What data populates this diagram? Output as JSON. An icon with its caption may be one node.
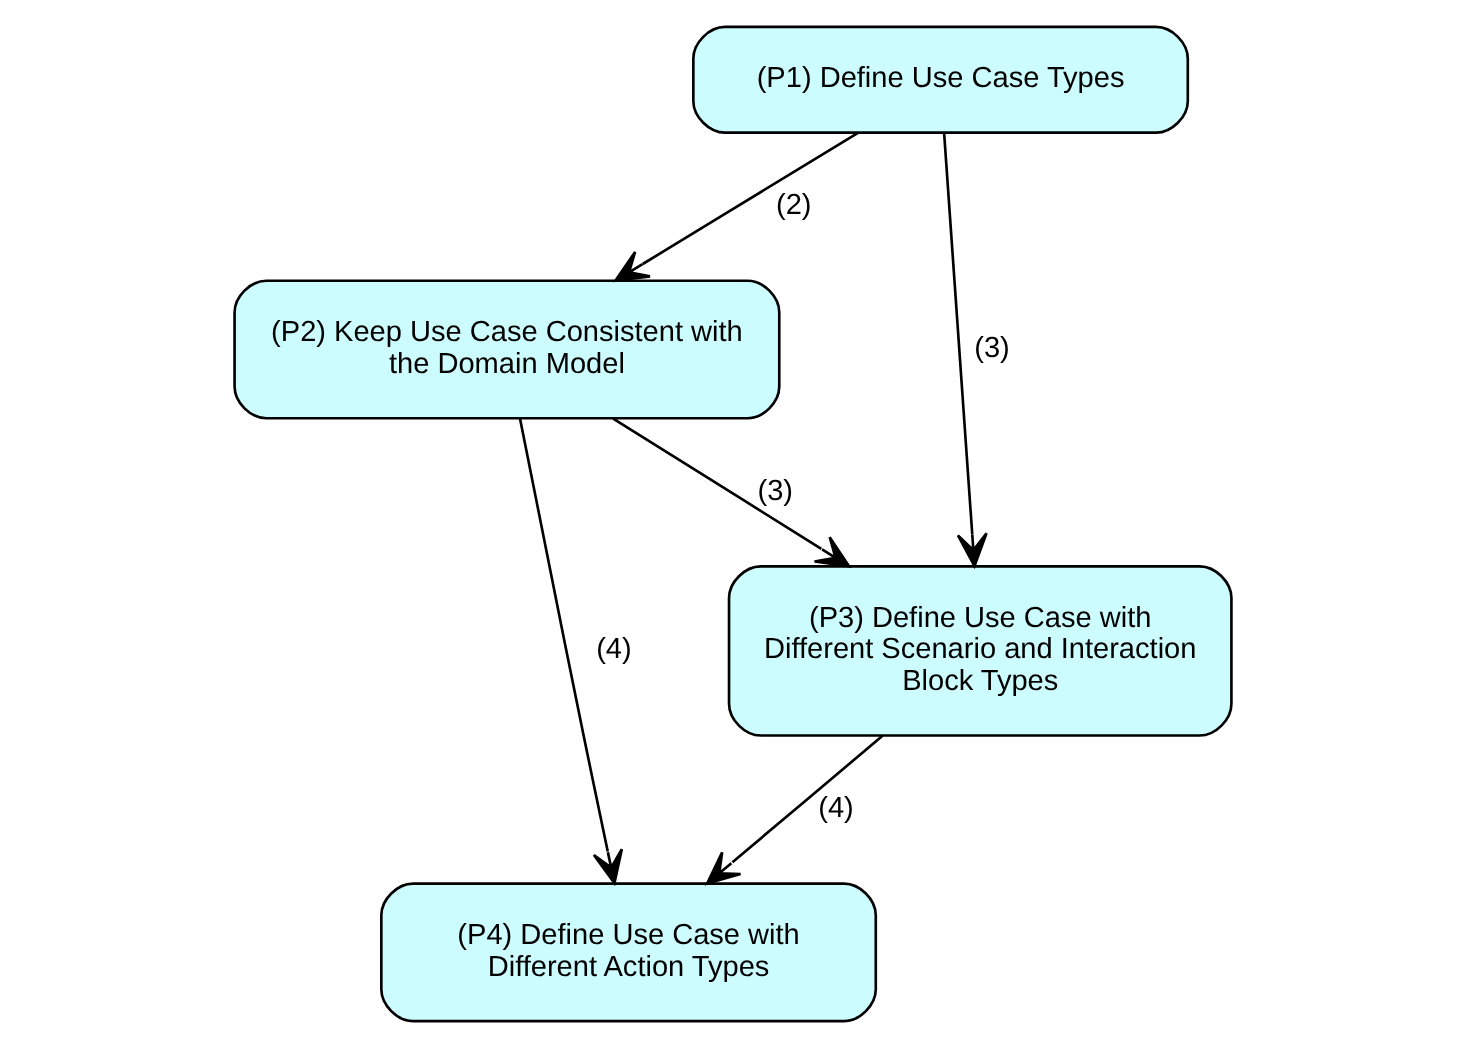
{
  "diagram": {
    "nodes": [
      {
        "text": [
          "(P1) Define Use Case Types"
        ]
      },
      {
        "text": [
          "(P2) Keep Use Case Consistent with the Domain Model"
        ]
      },
      {
        "text": [
          "(P3) Define Use Case with Different Scenario and Interaction Block Types"
        ]
      },
      {
        "text": [
          "(P4) Define Use Case with Different Action Types"
        ]
      }
    ],
    "edges": [
      {
        "from": 0,
        "to": 1,
        "arrow": "to",
        "label": "(2)"
      },
      {
        "from": 0,
        "to": 2,
        "arrow": "to",
        "label": "(3)"
      },
      {
        "from": 1,
        "to": 2,
        "arrow": "to",
        "label": "(3)"
      },
      {
        "from": 2,
        "to": 3,
        "arrow": "to",
        "label": "(4)"
      },
      {
        "from": 1,
        "to": 3,
        "arrow": "to",
        "label": "(4)"
      }
    ]
  }
}
